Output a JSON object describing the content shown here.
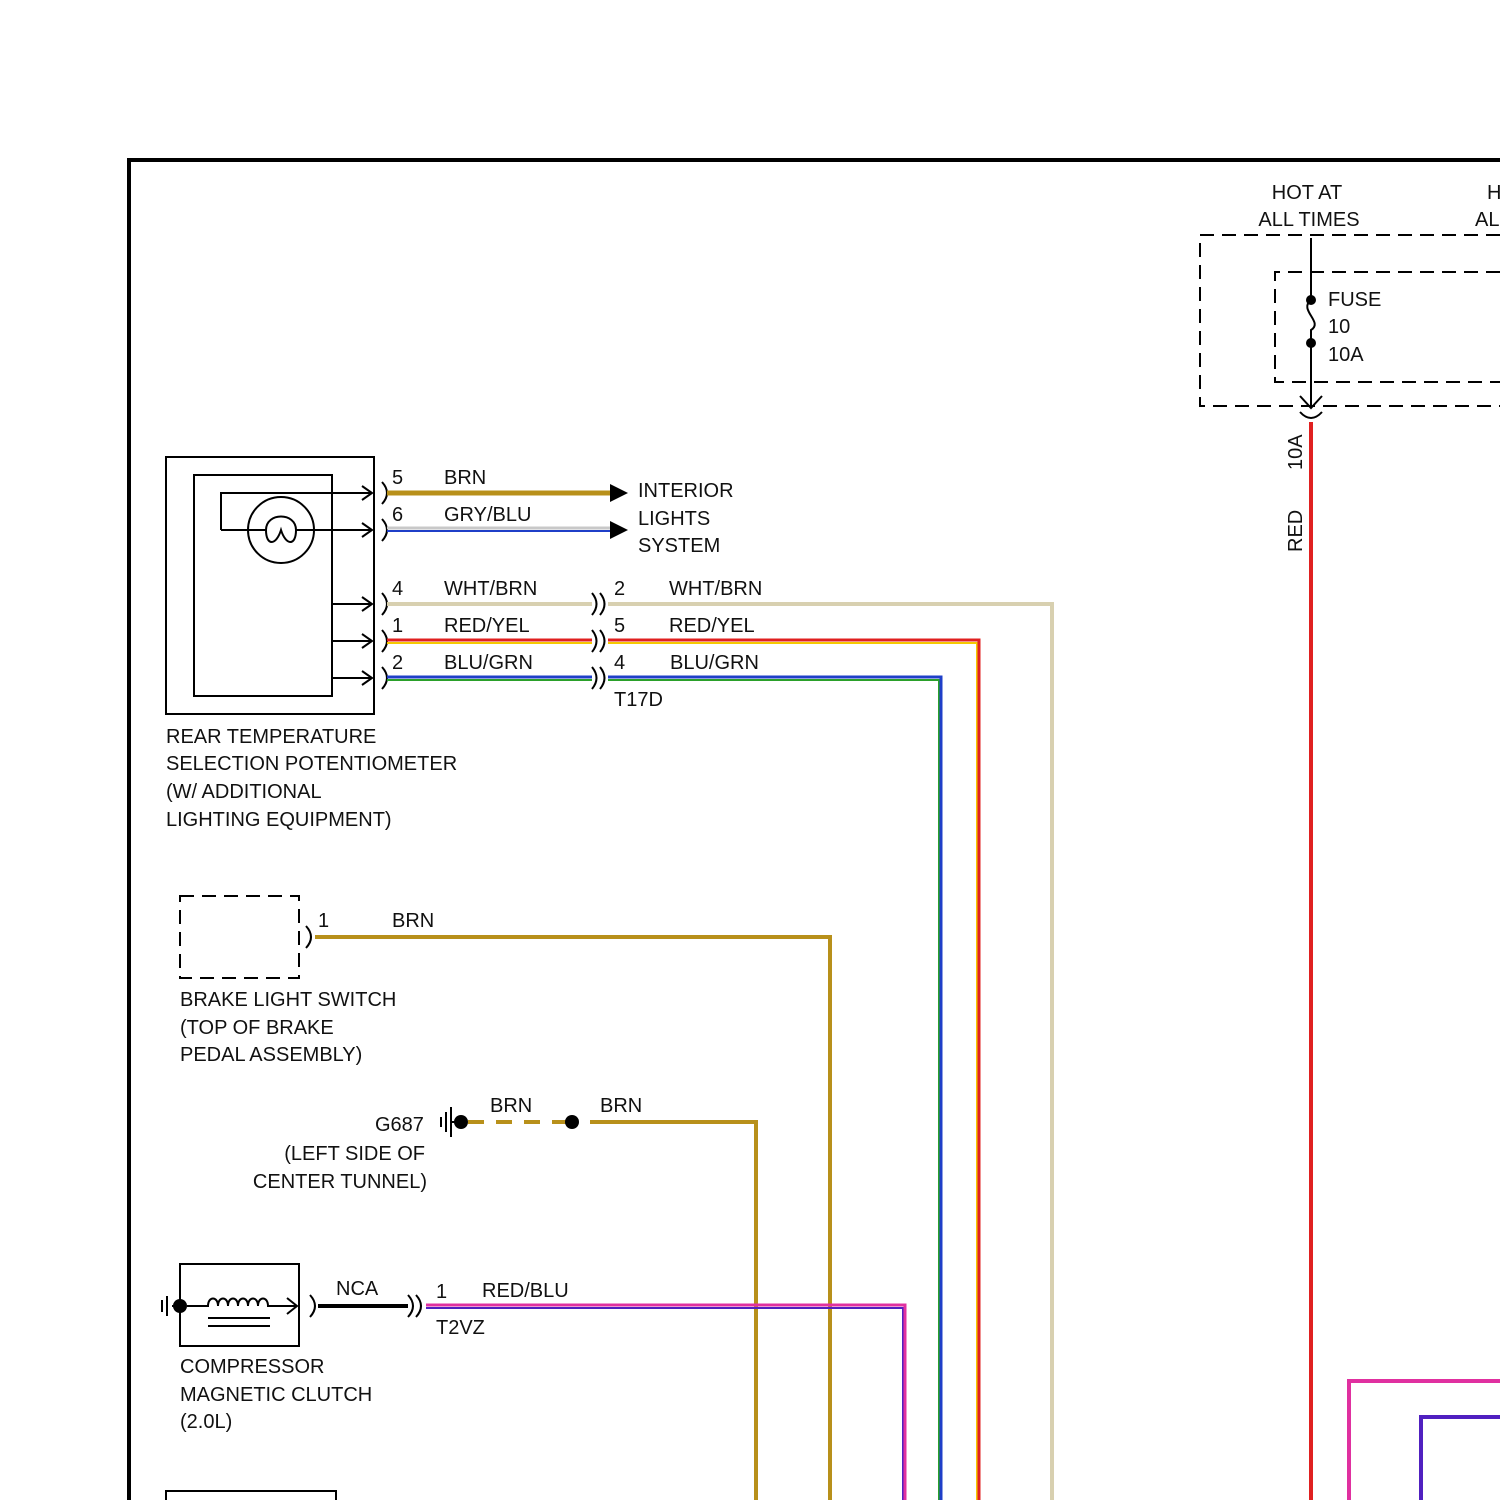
{
  "colors": {
    "brn": "#b8901a",
    "gry": "#c8c8c8",
    "blu": "#1f3fc8",
    "wht_brn": "#d8d0b0",
    "red": "#e02020",
    "yel": "#f5c800",
    "grn": "#2aa02a",
    "pink": "#e030a0",
    "purple": "#5020c0",
    "black": "#000000"
  },
  "power": {
    "hot_label_1": "HOT AT",
    "hot_label_2": "ALL TIMES",
    "partial_1": "H",
    "partial_2": "AL",
    "fuse_label": "FUSE",
    "fuse_number": "10",
    "fuse_rating": "10A",
    "wire_size": "10A",
    "wire_color": "RED"
  },
  "potentiometer": {
    "label_1": "REAR TEMPERATURE",
    "label_2": "SELECTION POTENTIOMETER",
    "label_3": "(W/ ADDITIONAL",
    "label_4": "LIGHTING EQUIPMENT)",
    "pins": [
      {
        "pin": "5",
        "color": "BRN"
      },
      {
        "pin": "6",
        "color": "GRY/BLU"
      },
      {
        "pin": "4",
        "color": "WHT/BRN"
      },
      {
        "pin": "1",
        "color": "RED/YEL"
      },
      {
        "pin": "2",
        "color": "BLU/GRN"
      }
    ]
  },
  "interior_lights": {
    "line_1": "INTERIOR",
    "line_2": "LIGHTS",
    "line_3": "SYSTEM"
  },
  "connector_t17d": {
    "name": "T17D",
    "pins": [
      {
        "pin": "2",
        "color": "WHT/BRN"
      },
      {
        "pin": "5",
        "color": "RED/YEL"
      },
      {
        "pin": "4",
        "color": "BLU/GRN"
      }
    ]
  },
  "brake_switch": {
    "pin": "1",
    "color": "BRN",
    "label_1": "BRAKE LIGHT SWITCH",
    "label_2": "(TOP OF BRAKE",
    "label_3": "PEDAL ASSEMBLY)"
  },
  "ground": {
    "name": "G687",
    "label_1": "(LEFT SIDE OF",
    "label_2": "CENTER TUNNEL)",
    "color_left": "BRN",
    "color_right": "BRN"
  },
  "compressor": {
    "wire_nca": "NCA",
    "pin": "1",
    "color": "RED/BLU",
    "connector": "T2VZ",
    "label_1": "COMPRESSOR",
    "label_2": "MAGNETIC CLUTCH",
    "label_3": "(2.0L)"
  }
}
